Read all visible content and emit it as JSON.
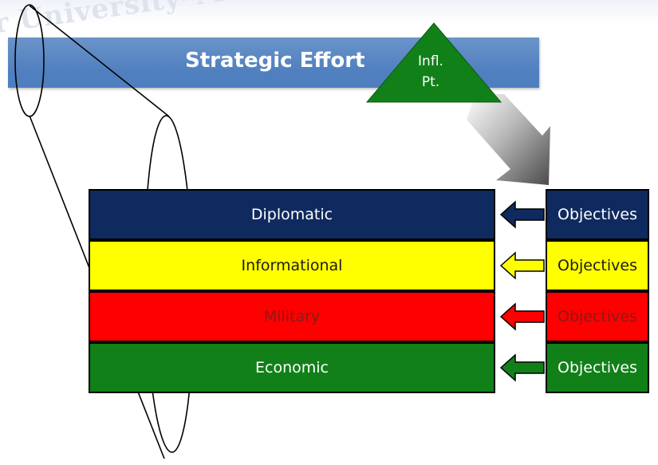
{
  "watermark": "r University–Maxwell AFB, Al",
  "banner": {
    "title": "Strategic Effort"
  },
  "influence_point": {
    "line1": "Infl.",
    "line2": "Pt."
  },
  "bars": [
    {
      "label": "Diplomatic",
      "objective": "Objectives",
      "color": "#0f2a5e",
      "text_color": "#ffffff"
    },
    {
      "label": "Informational",
      "objective": "Objectives",
      "color": "#ffff00",
      "text_color": "#1a1a1a"
    },
    {
      "label": "Military",
      "objective": "Objectives",
      "color": "#ff0000",
      "text_color": "#8b1a1a"
    },
    {
      "label": "Economic",
      "objective": "Objectives",
      "color": "#118018",
      "text_color": "#ffffff"
    }
  ],
  "colors": {
    "banner": "#4f7fbf",
    "triangle": "#118018"
  }
}
